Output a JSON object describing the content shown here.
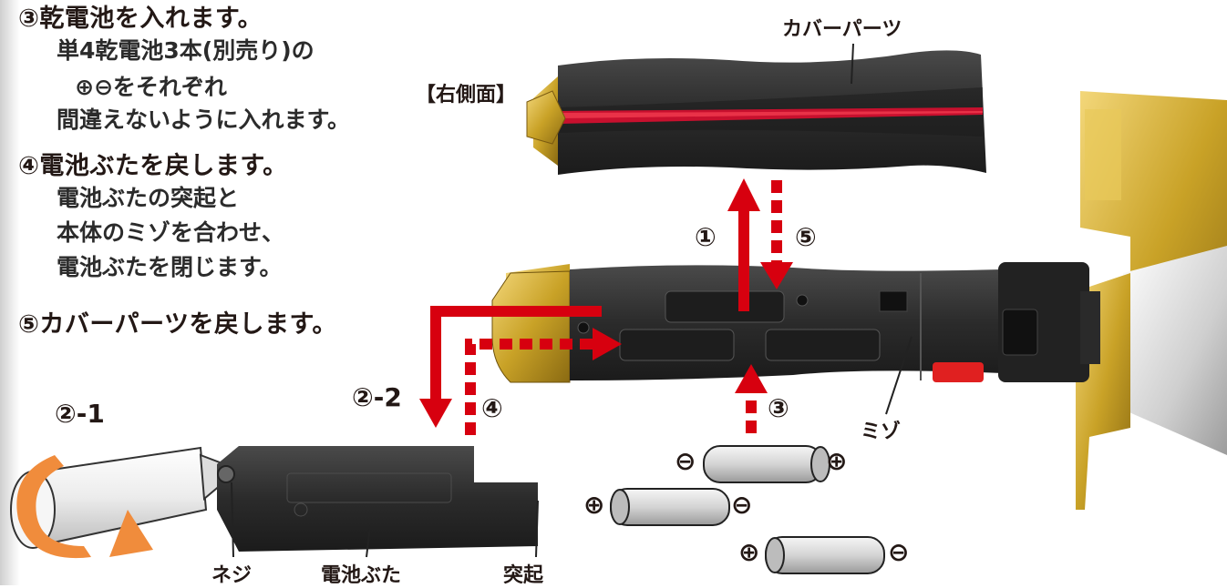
{
  "instructions": {
    "step3_title": "③乾電池を入れます。",
    "step3_line1": "単4乾電池3本(別売り)の",
    "step3_line2": "をそれぞれ",
    "step3_line3": "間違えないように入れます。",
    "step4_title": "④電池ぶたを戻します。",
    "step4_line1": "電池ぶたの突起と",
    "step4_line2": "本体のミゾを合わせ、",
    "step4_line3": "電池ぶたを閉じます。",
    "step5_title": "⑤カバーパーツを戻します。"
  },
  "labels": {
    "cover_parts": "カバーパーツ",
    "right_side": "【右側面】",
    "groove": "ミゾ",
    "screw": "ネジ",
    "battery_lid": "電池ぶた",
    "protrusion": "突起"
  },
  "step_numbers": {
    "n1": "①",
    "n5": "⑤",
    "n2_2": "②-2",
    "n4": "④",
    "n3": "③",
    "n2_1": "②-1"
  },
  "polarity": {
    "plus": "⊕",
    "minus": "⊖"
  },
  "colors": {
    "arrow_red": "#d7000f",
    "gold": "#c9a227",
    "body_black": "#2a2a2a",
    "stripe_red": "#c8102e",
    "screwdriver_orange": "#f08c3c",
    "battery_gray": "#d9d9d9"
  }
}
